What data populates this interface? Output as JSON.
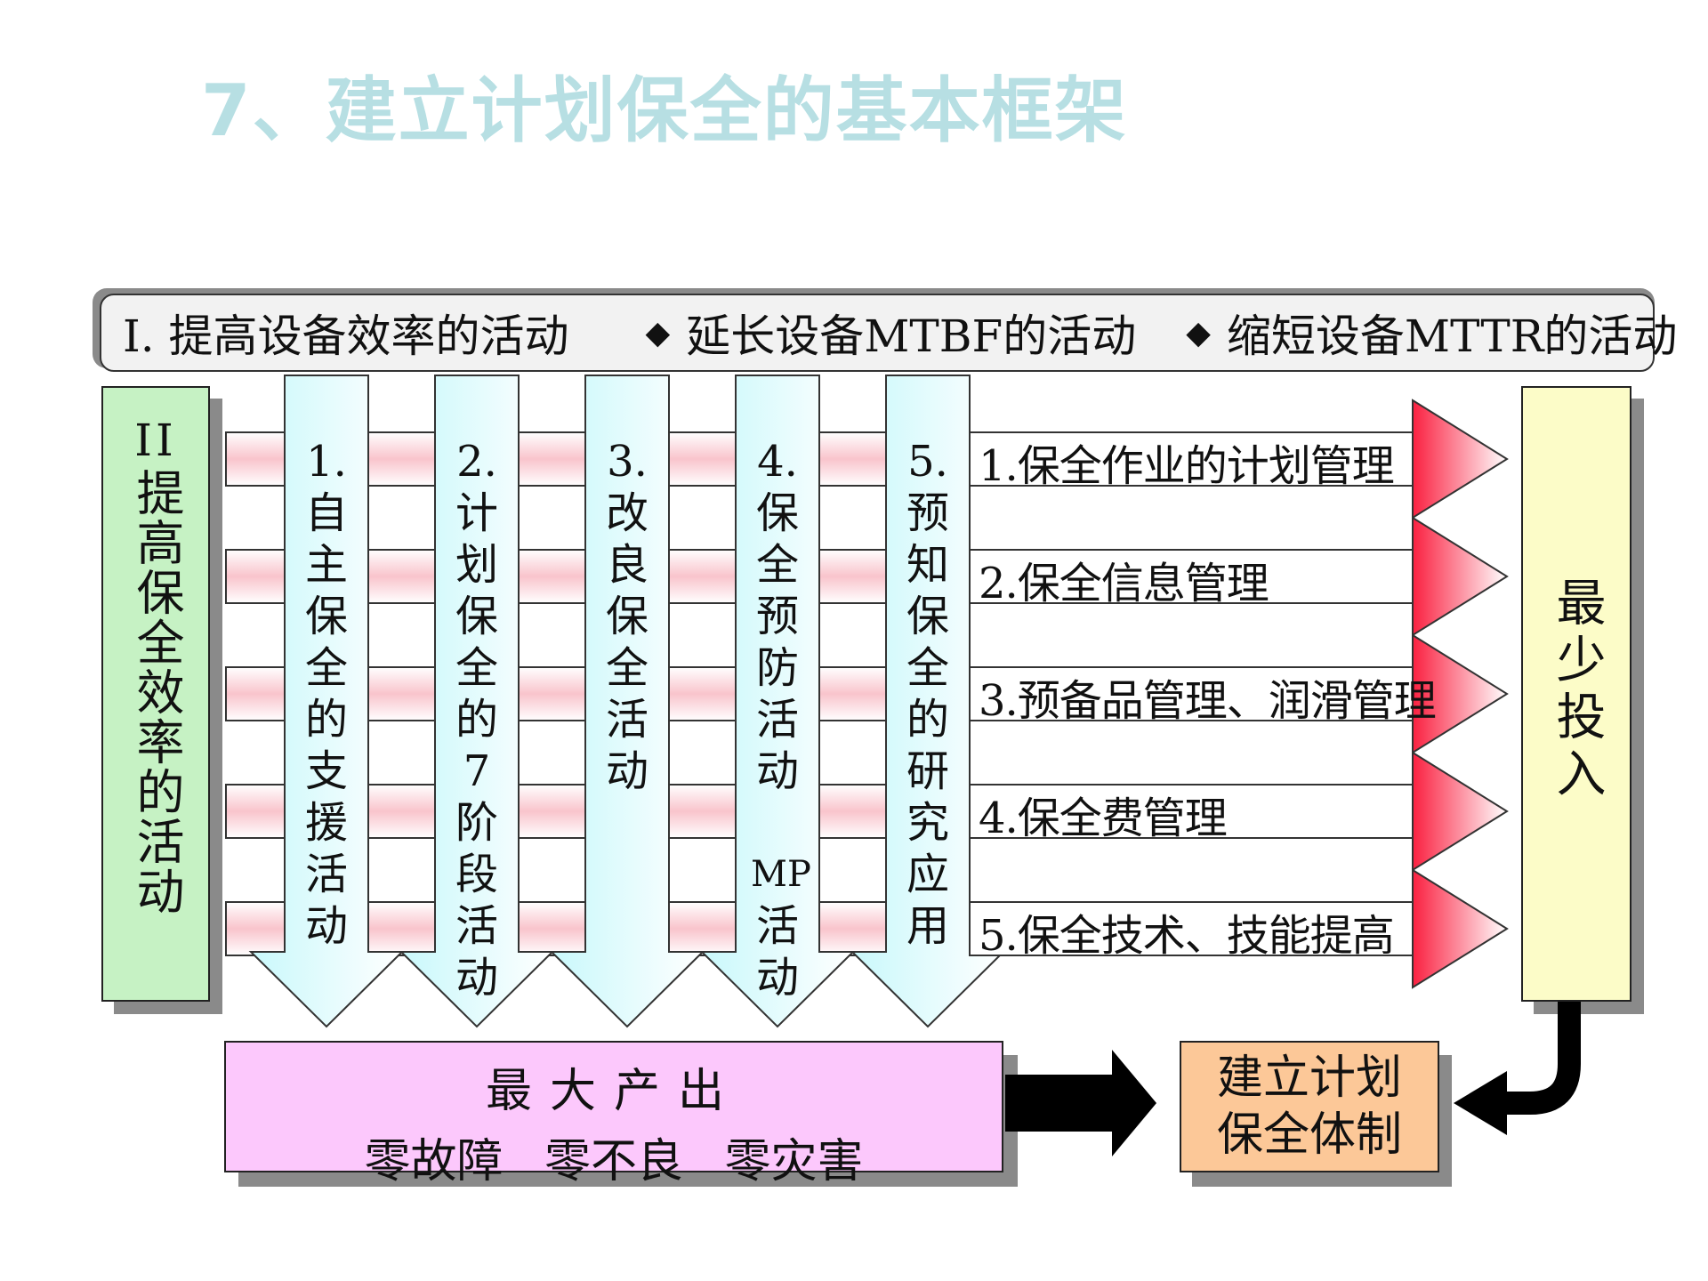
{
  "title": "7、建立计划保全的基本框架",
  "banner": {
    "item1": "I. 提高设备效率的活动",
    "bullet": "◆",
    "item2": "延长设备MTBF的活动",
    "item3": "缩短设备MTTR的活动"
  },
  "left_box": {
    "label": "II",
    "text": "提高保全效率的活动"
  },
  "right_box": {
    "text": "最少投入"
  },
  "columns": [
    {
      "lines": [
        "1.",
        "自",
        "主",
        "保",
        "全",
        "的",
        "支",
        "援",
        "活",
        "动"
      ]
    },
    {
      "lines": [
        "2.",
        "计",
        "划",
        "保",
        "全",
        "的",
        "7",
        "阶",
        "段",
        "活",
        "动"
      ]
    },
    {
      "lines": [
        "3.",
        "改",
        "良",
        "保",
        "全",
        "活",
        "动"
      ]
    },
    {
      "lines": [
        "4.",
        "保",
        "全",
        "预",
        "防",
        "活",
        "动",
        "",
        "MP",
        "活",
        "动"
      ]
    },
    {
      "lines": [
        "5.",
        "预",
        "知",
        "保",
        "全",
        "的",
        "研",
        "究",
        "应",
        "用"
      ]
    }
  ],
  "arrows": [
    "1.保全作业的计划管理",
    "2.保全信息管理",
    "3.预备品管理、润滑管理",
    "4.保全费管理",
    "5.保全技术、技能提高"
  ],
  "output_box": {
    "line1": "最大产出",
    "line2": "零故障 零不良 零灾害"
  },
  "result_box": {
    "line1": "建立计划",
    "line2": "保全体制"
  },
  "colors": {
    "title": "#b7dfe3",
    "left_box": "#c6f2c4",
    "right_box": "#fcfcc8",
    "column_arrow": "#e4fcfc",
    "stripe_pink": "#fbd4d8",
    "arrow_red": "#fa2c44",
    "output_box": "#fcc8fc",
    "result_box": "#fcc898",
    "banner": "#f2f2f2"
  }
}
